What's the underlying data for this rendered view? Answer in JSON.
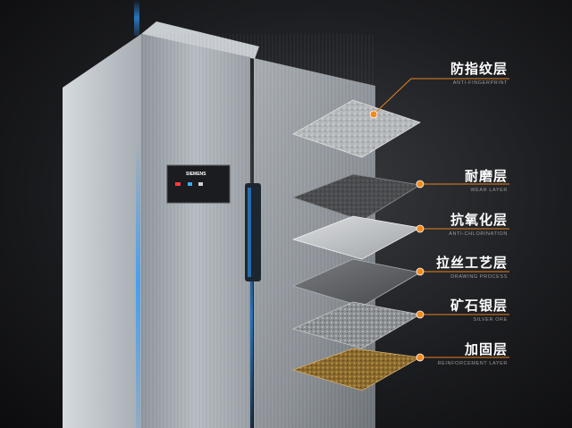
{
  "fridge": {
    "brand": "SIEMENS",
    "accent_color": "#2f9bff"
  },
  "layers": [
    {
      "cn": "防指纹层",
      "en": "ANTI-FINGERPRINT",
      "texture": "speckled-silver"
    },
    {
      "cn": "耐磨层",
      "en": "WEAR LAYER",
      "texture": "dark-granular"
    },
    {
      "cn": "抗氧化层",
      "en": "ANTI-CHLORINATION",
      "texture": "smooth-silver"
    },
    {
      "cn": "拉丝工艺层",
      "en": "DRAWING PROCESS",
      "texture": "brushed-dark"
    },
    {
      "cn": "矿石银层",
      "en": "SILVER ORE",
      "texture": "ore-speckle"
    },
    {
      "cn": "加固层",
      "en": "REINFORCEMENT LAYER",
      "texture": "gold-granular"
    }
  ],
  "colors": {
    "leader_line": "#e8831f",
    "dot": "#f28a1c",
    "text": "#ffffff",
    "subtext": "#9a9a9a"
  }
}
